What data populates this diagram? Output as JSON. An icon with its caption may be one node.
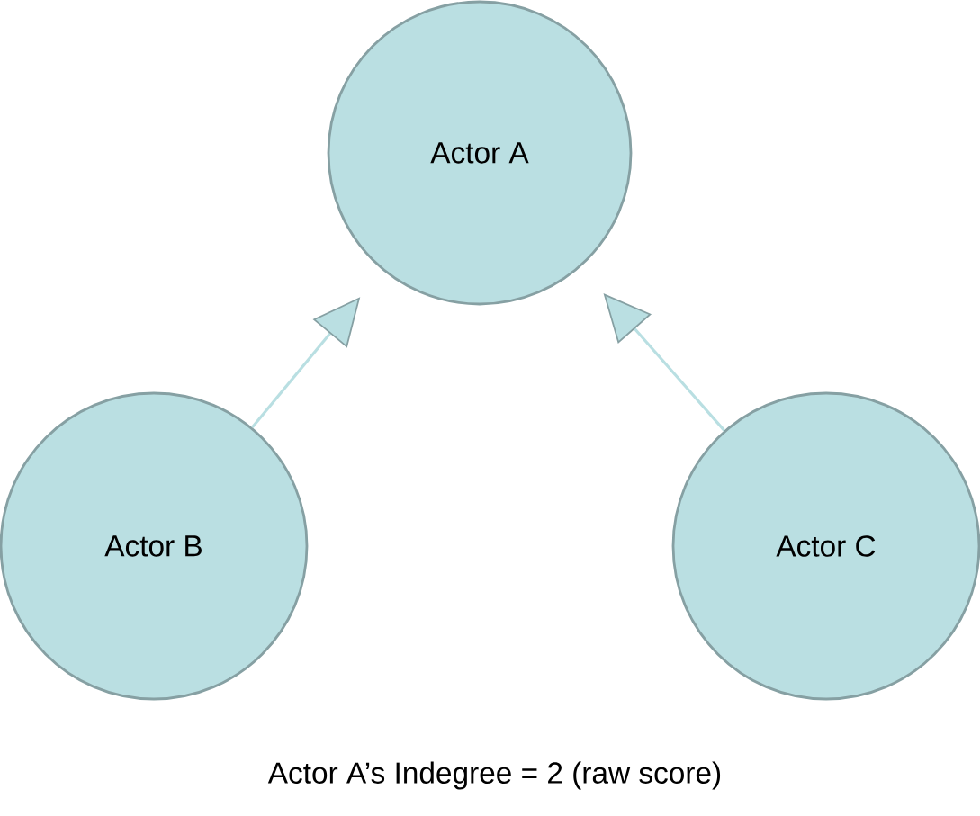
{
  "diagram": {
    "nodes": [
      {
        "text": [
          "Actor A"
        ]
      },
      {
        "text": [
          "Actor B"
        ]
      },
      {
        "text": [
          "Actor C"
        ]
      }
    ],
    "edges": [
      {
        "from": 1,
        "to": 0,
        "arrow": "to"
      },
      {
        "from": 2,
        "to": 0,
        "arrow": "to"
      }
    ],
    "labels": [
      "Actor A’s Indegree = 2 (raw score)"
    ]
  }
}
